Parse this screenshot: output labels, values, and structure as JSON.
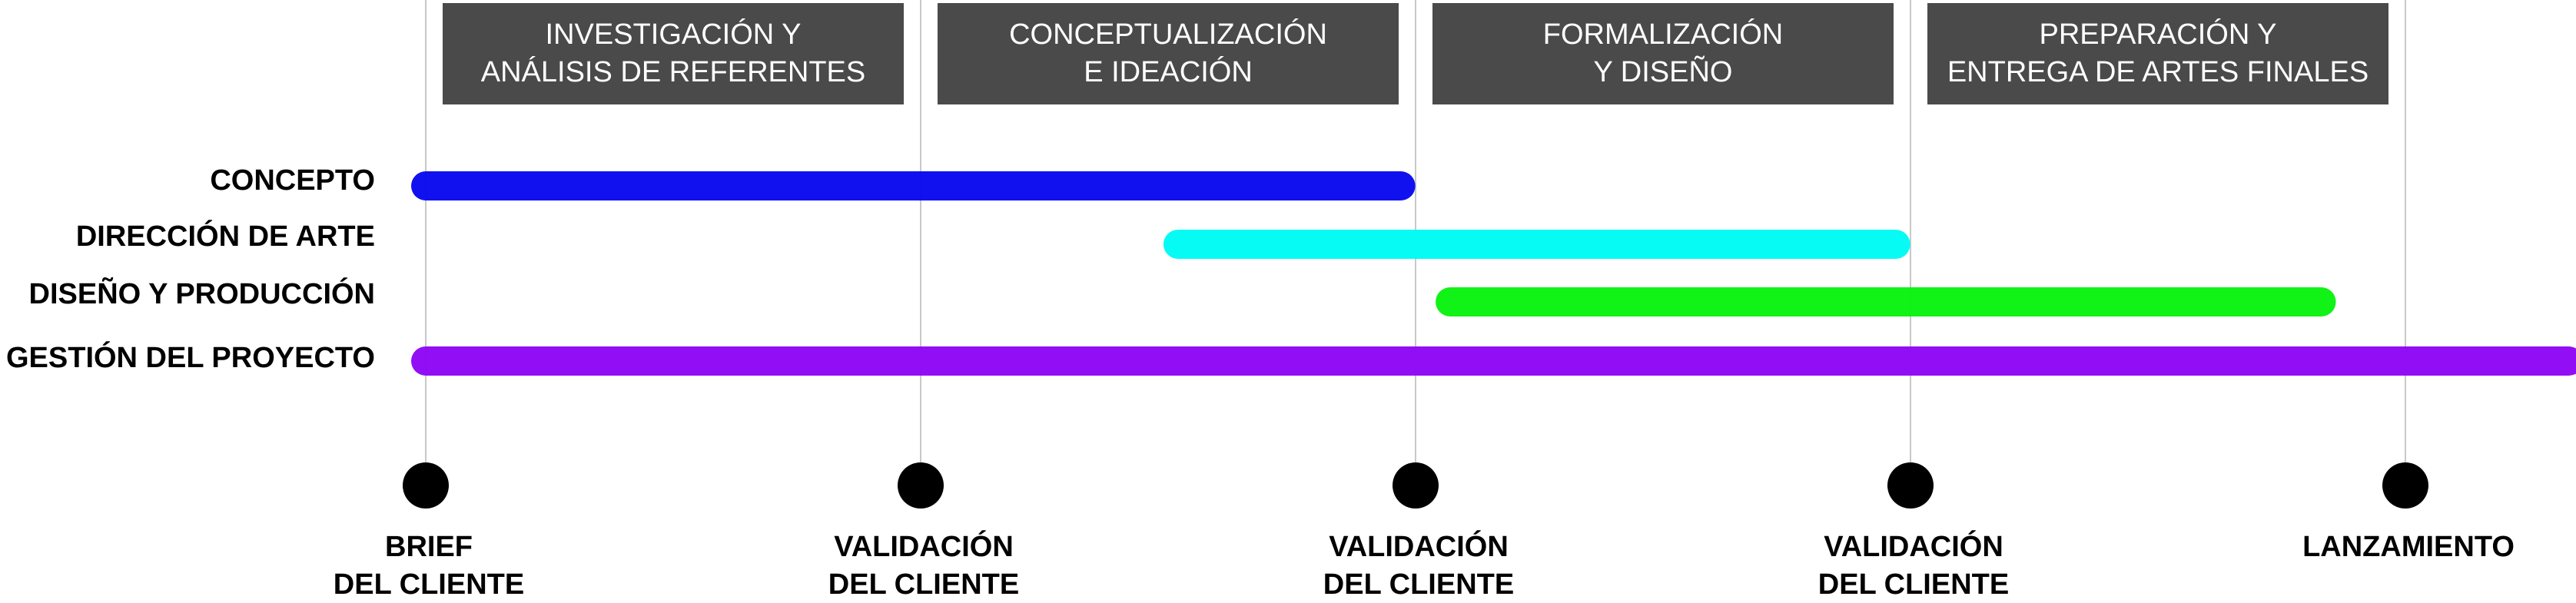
{
  "phases": [
    {
      "line1": "INVESTIGACIÓN Y",
      "line2": "ANÁLISIS DE REFERENTES"
    },
    {
      "line1": "CONCEPTUALIZACIÓN",
      "line2": "E IDEACIÓN"
    },
    {
      "line1": "FORMALIZACIÓN",
      "line2": "Y DISEÑO"
    },
    {
      "line1": "PREPARACIÓN Y",
      "line2": "ENTREGA DE ARTES FINALES"
    }
  ],
  "rows": [
    {
      "label": "CONCEPTO",
      "start": 0,
      "end": 1.97,
      "color": "#0a0aef"
    },
    {
      "label": "DIRECCIÓN DE ARTE",
      "start": 1.52,
      "end": 2.97,
      "color": "#00fbf5"
    },
    {
      "label": "DISEÑO Y PRODUCCIÓN",
      "start": 2.07,
      "end": 3.83,
      "color": "#0af20f"
    },
    {
      "label": "GESTIÓN DEL PROYECTO",
      "start": 0,
      "end": 4.33,
      "color": "#8f08f5"
    }
  ],
  "milestones": [
    {
      "line1": "BRIEF",
      "line2": "DEL CLIENTE"
    },
    {
      "line1": "VALIDACIÓN",
      "line2": "DEL CLIENTE"
    },
    {
      "line1": "VALIDACIÓN",
      "line2": "DEL CLIENTE"
    },
    {
      "line1": "VALIDACIÓN",
      "line2": "DEL CLIENTE"
    },
    {
      "line1": "LANZAMIENTO",
      "line2": ""
    }
  ],
  "colors": {
    "phase_box": "#4a4a4a",
    "grid_line": "#c8c8c8",
    "milestone_dot": "#000000"
  }
}
